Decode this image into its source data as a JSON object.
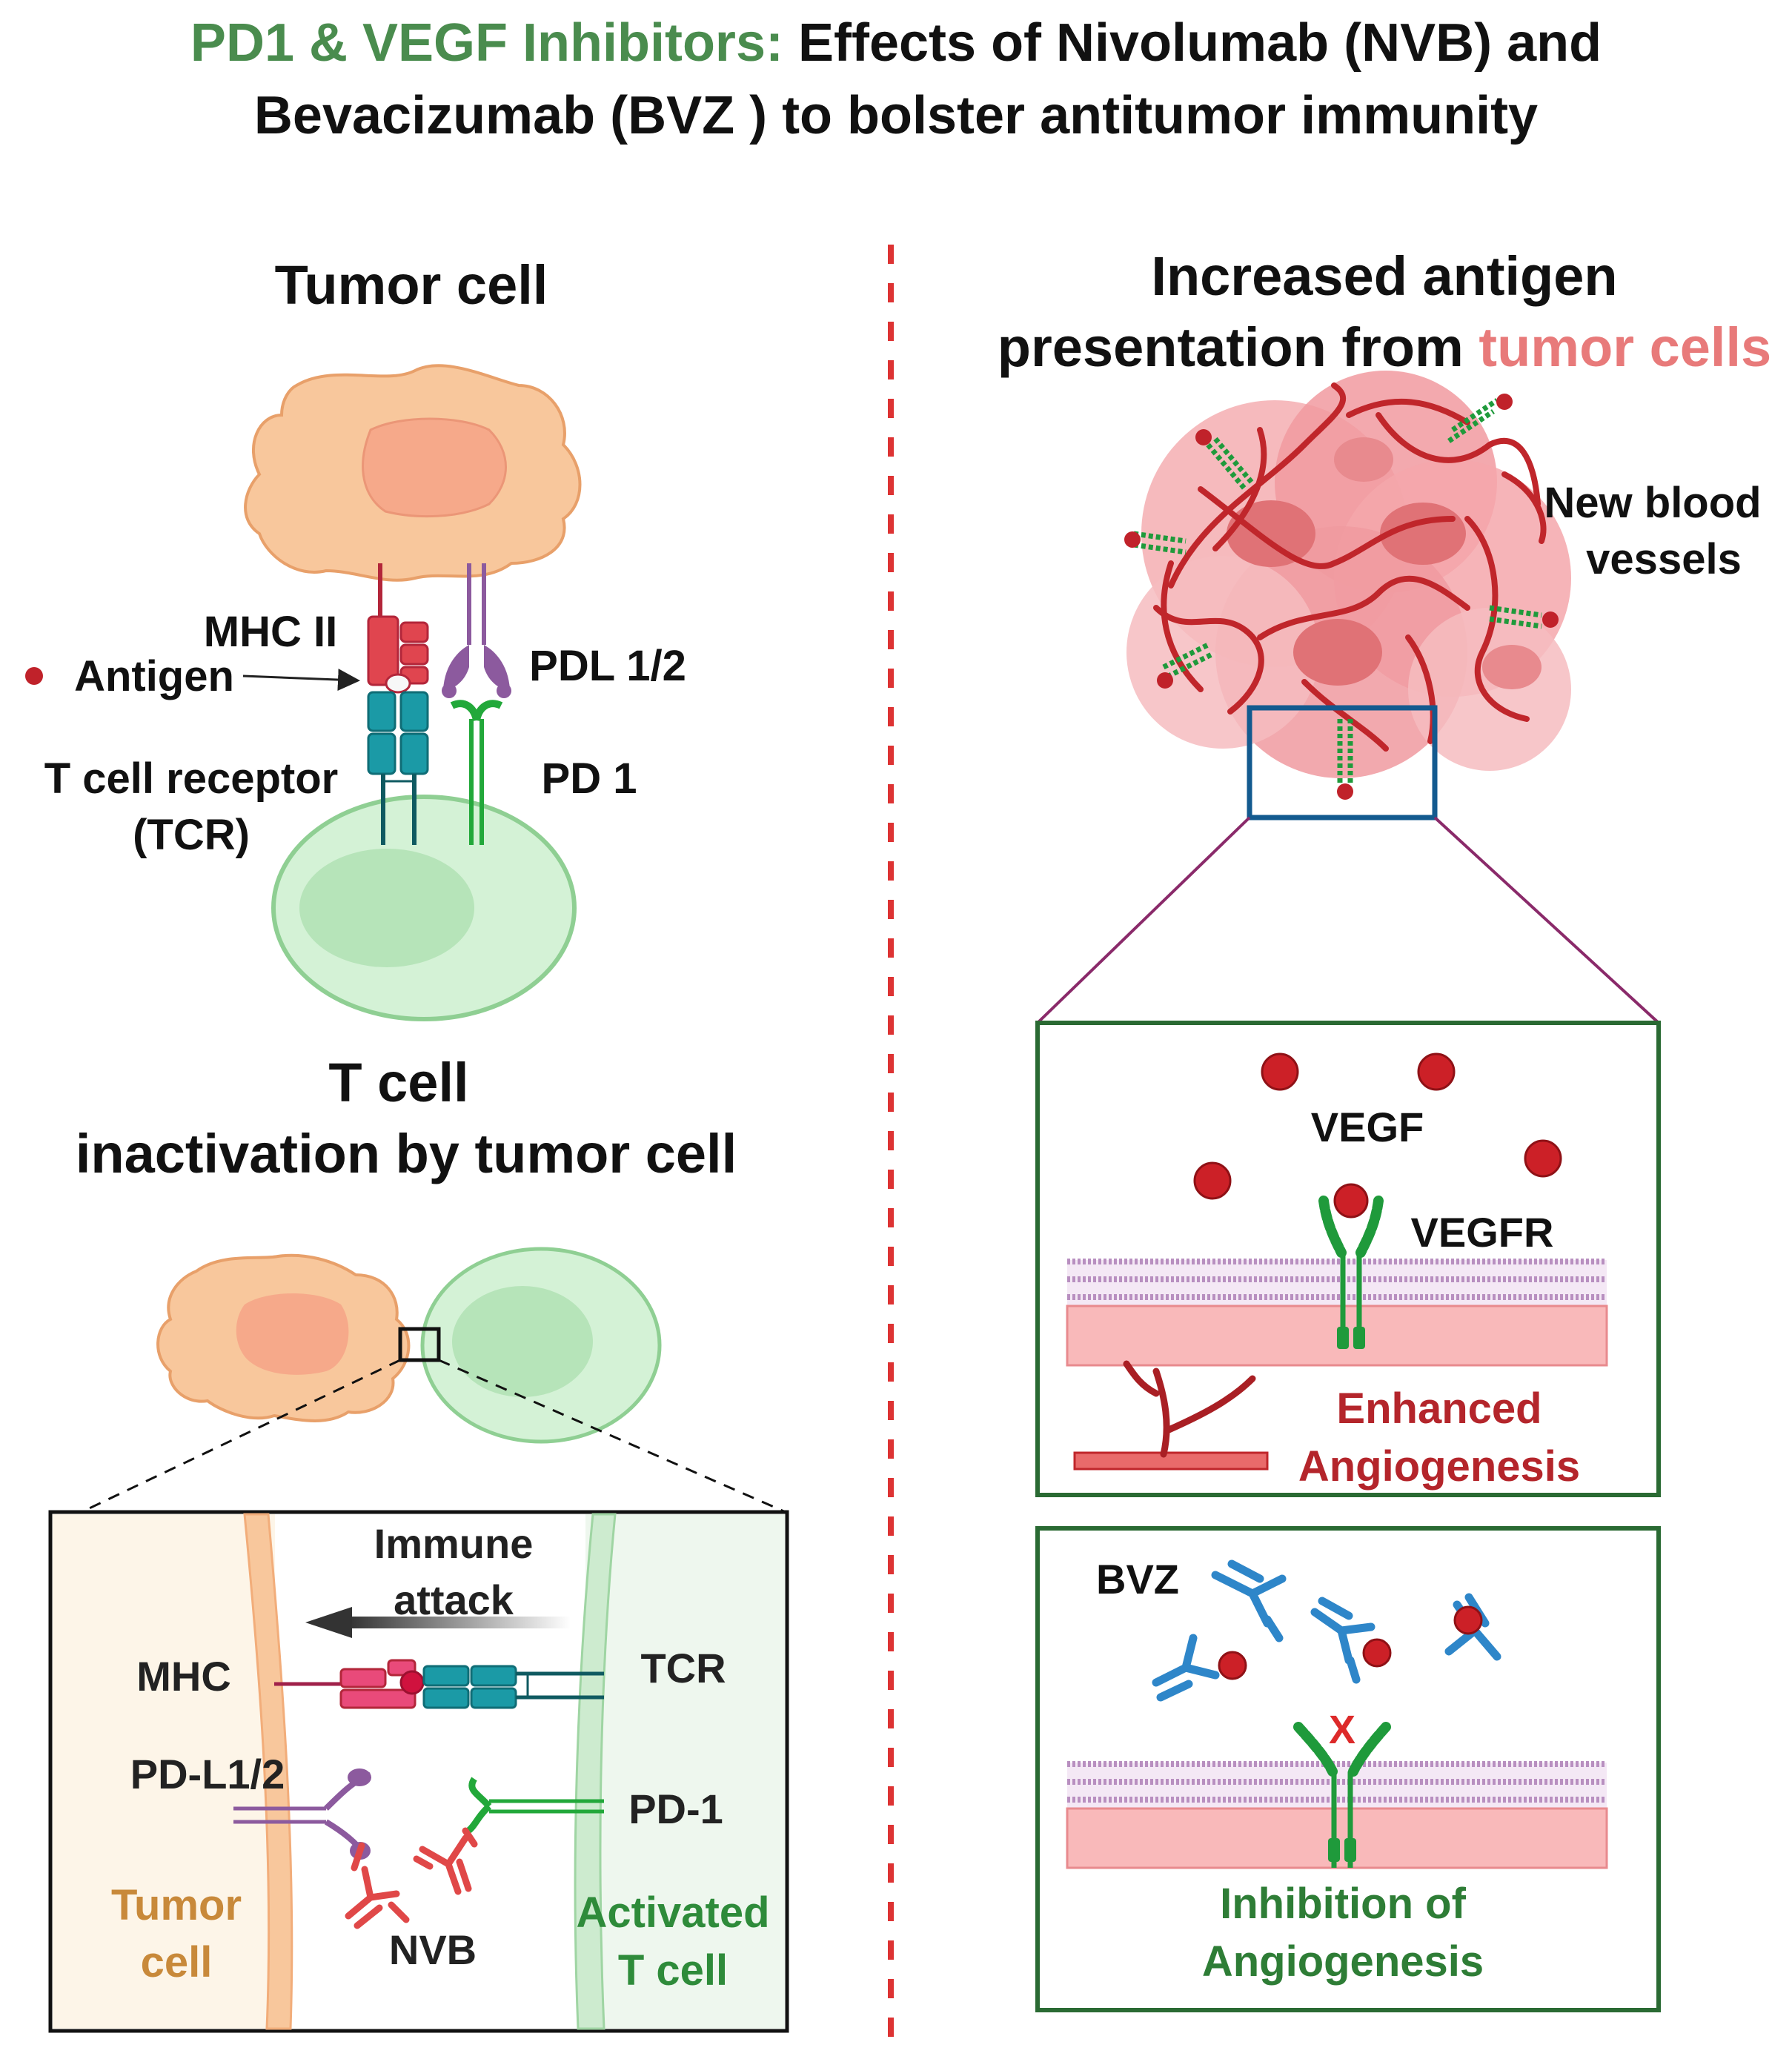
{
  "title": {
    "highlight": "PD1 & VEGF Inhibitors:",
    "line1_rest": " Effects of Nivolumab (NVB) and",
    "line2": "Bevacizumab (BVZ ) to bolster antitumor immunity"
  },
  "left": {
    "tumor_cell_heading": "Tumor cell",
    "labels": {
      "mhc2": "MHC II",
      "antigen": "Antigen",
      "pdl": "PDL 1/2",
      "tcr_line1": "T cell receptor",
      "tcr_line2": "(TCR)",
      "pd1": "PD 1"
    },
    "inactivation_line1": "T cell",
    "inactivation_line2": "inactivation by tumor cell",
    "zoom": {
      "immune_line1": "Immune",
      "immune_line2": "attack",
      "mhc": "MHC",
      "tcr": "TCR",
      "pdl": "PD-L1/2",
      "pd1": "PD-1",
      "tumor_line1": "Tumor",
      "tumor_line2": "cell",
      "nvb": "NVB",
      "activated_line1": "Activated",
      "activated_line2": "T cell"
    }
  },
  "right": {
    "heading_line1": "Increased antigen",
    "heading_line2_a": "presentation from ",
    "heading_line2_b": "tumor cells",
    "vessels_line1": "New blood",
    "vessels_line2": "vessels",
    "box1": {
      "vegf": "VEGF",
      "vegfr": "VEGFR",
      "outcome_line1": "Enhanced",
      "outcome_line2": "Angiogenesis"
    },
    "box2": {
      "bvz": "BVZ",
      "x_mark": "X",
      "outcome_line1": "Inhibition of",
      "outcome_line2": "Angiogenesis"
    }
  },
  "colors": {
    "title_green": "#4a8c4e",
    "tumor_fill": "#f8c79c",
    "tumor_stroke": "#e8a06a",
    "tcell_fill": "#d4f2d6",
    "tcell_stroke": "#8fcf93",
    "dashed_divider": "#dd3333",
    "enhanced_red": "#b4252b",
    "inhibition_green": "#2e7d36",
    "pink_tumor_label": "#e87a7a"
  }
}
